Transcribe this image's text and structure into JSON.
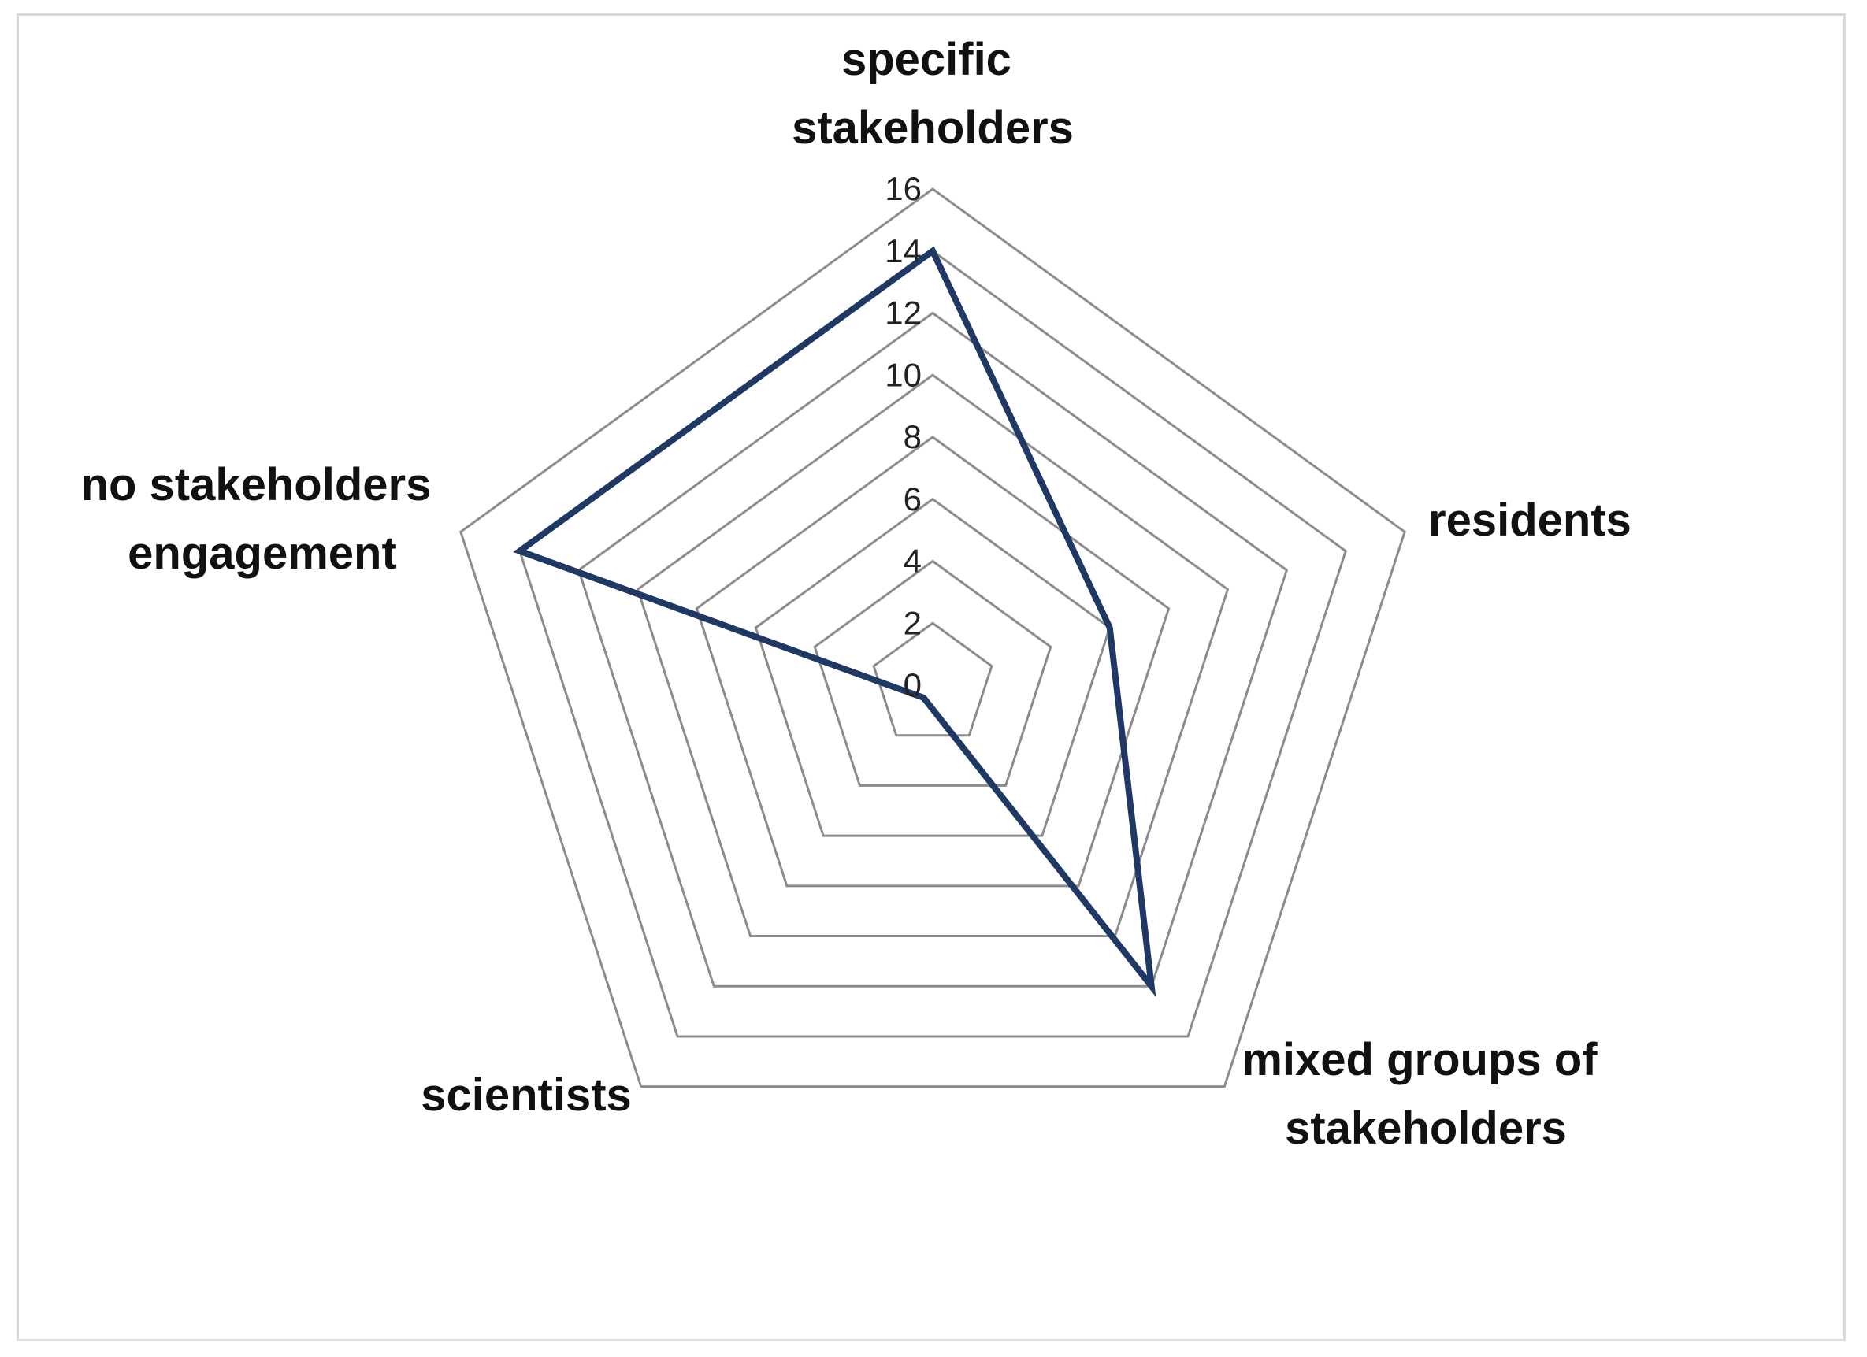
{
  "chart_data": {
    "type": "radar",
    "categories": [
      "specific stakeholders",
      "residents",
      "mixed groups of stakeholders",
      "scientists",
      "no stakeholders engagement"
    ],
    "category_lines": [
      [
        "specific",
        "stakeholders"
      ],
      [
        "residents"
      ],
      [
        "mixed groups of",
        "stakeholders"
      ],
      [
        "scientists"
      ],
      [
        "no stakeholders",
        "engagement"
      ]
    ],
    "series": [
      {
        "values": [
          14,
          6,
          12,
          0.5,
          14
        ],
        "color": "#1f3864"
      }
    ],
    "rlim": [
      0,
      16
    ],
    "ticks": [
      "0",
      "2",
      "4",
      "6",
      "8",
      "10",
      "12",
      "14",
      "16"
    ],
    "grid_color": "#8c8c8c",
    "grid": true,
    "legend": "none"
  }
}
